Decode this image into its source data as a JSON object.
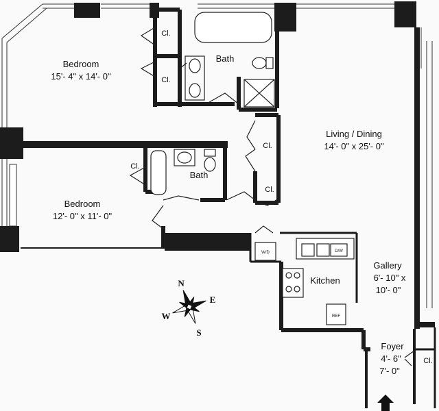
{
  "rooms": {
    "bedroom1": {
      "name": "Bedroom",
      "dims": "15'- 4\" x 14'- 0\""
    },
    "bath1": {
      "name": "Bath"
    },
    "living": {
      "name": "Living / Dining",
      "dims": "14'- 0\" x 25'- 0\""
    },
    "bedroom2": {
      "name": "Bedroom",
      "dims": "12'- 0\" x 11'- 0\""
    },
    "bath2": {
      "name": "Bath"
    },
    "kitchen": {
      "name": "Kitchen"
    },
    "gallery": {
      "name": "Gallery",
      "dims_line1": "6'- 10\" x",
      "dims_line2": "10'- 0\""
    },
    "foyer": {
      "name": "Foyer",
      "dims_line1": "4'- 6\"",
      "dims_line2": "7'- 0\""
    }
  },
  "closets": {
    "label": "Cl."
  },
  "appliances": {
    "washer_dryer": "W/D",
    "dishwasher": "D/W",
    "refrigerator": "REF"
  },
  "compass": {
    "north": "N",
    "south": "S",
    "east": "E",
    "west": "W"
  },
  "colors": {
    "wall": "#1c1c1c",
    "background": "#fafafa",
    "line": "#222222"
  }
}
